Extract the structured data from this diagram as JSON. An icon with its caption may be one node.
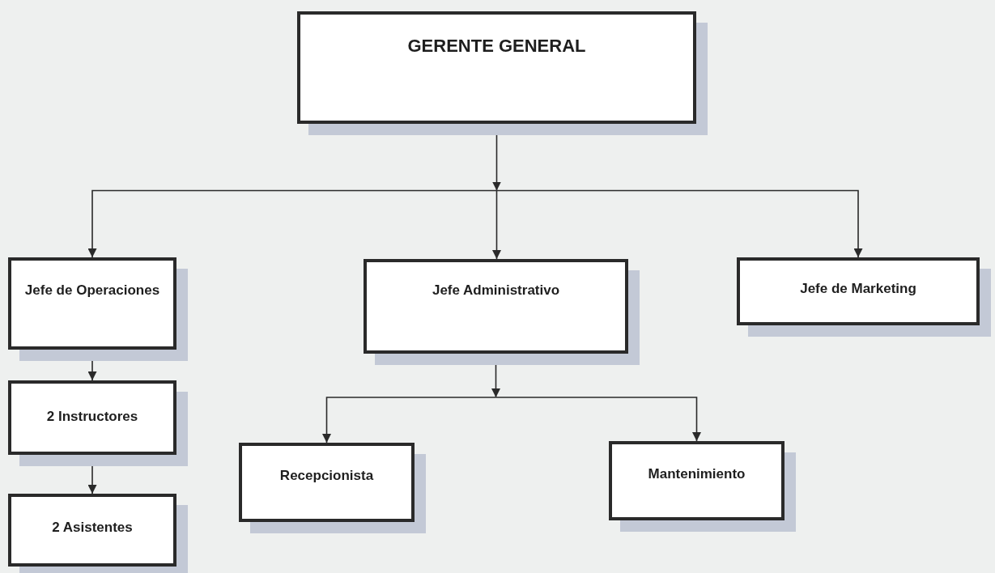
{
  "diagram": {
    "nodes": [
      {
        "text": [
          "GERENTE GENERAL"
        ]
      },
      {
        "text": [
          "Jefe de Operaciones"
        ]
      },
      {
        "text": [
          "Jefe Administrativo"
        ]
      },
      {
        "text": [
          "Jefe de Marketing"
        ]
      },
      {
        "text": [
          "2 Instructores"
        ]
      },
      {
        "text": [
          "2 Asistentes"
        ]
      },
      {
        "text": [
          "Recepcionista"
        ]
      },
      {
        "text": [
          "Mantenimiento"
        ]
      }
    ],
    "edges": [
      {
        "from": 0,
        "to": 1,
        "arrow": "to"
      },
      {
        "from": 0,
        "to": 2,
        "arrow": "to"
      },
      {
        "from": 0,
        "to": 3,
        "arrow": "to"
      },
      {
        "from": 1,
        "to": 4,
        "arrow": "to"
      },
      {
        "from": 4,
        "to": 5,
        "arrow": "to"
      },
      {
        "from": 2,
        "to": 6,
        "arrow": "to"
      },
      {
        "from": 2,
        "to": 7,
        "arrow": "to"
      }
    ]
  }
}
